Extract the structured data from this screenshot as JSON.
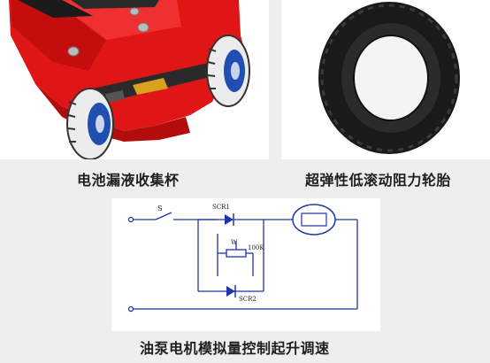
{
  "captions": {
    "left": "电池漏液收集杯",
    "right": "超弹性低滚动阻力轮胎",
    "bottom": "油泵电机模拟量控制起升调速"
  },
  "circuit": {
    "switch_label": "S",
    "scr1_label": "SCR1",
    "scr2_label": "SCR2",
    "pot_label": "W",
    "resistor_label": "100K"
  },
  "colors": {
    "chassis_red": "#e01515",
    "wire_blue": "#2233aa",
    "tire_black": "#1a1a1a"
  }
}
